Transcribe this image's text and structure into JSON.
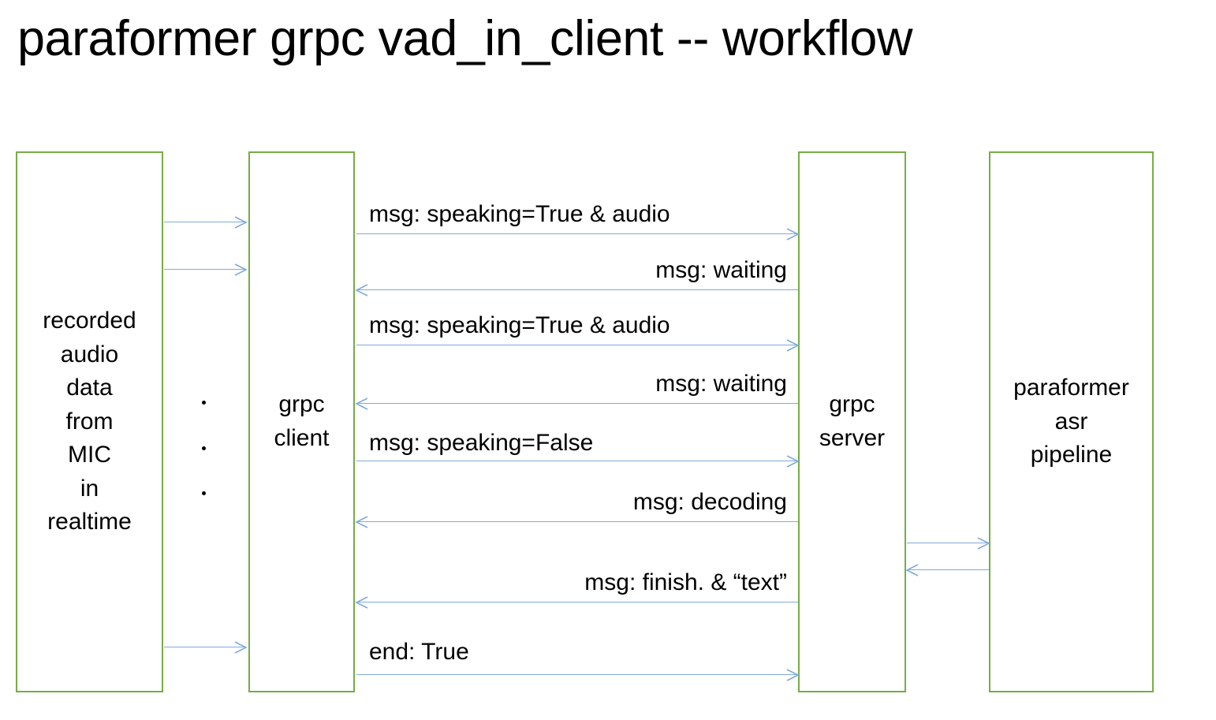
{
  "title": "paraformer grpc vad_in_client -- workflow",
  "colors": {
    "box_border": "#77AC45",
    "box_fill": "#FFFFFF",
    "arrow": "#7FAADC",
    "text": "#000000",
    "background": "#FFFFFF"
  },
  "nodes": [
    {
      "id": "recorded-audio",
      "label": "recorded\naudio\ndata\nfrom\nMIC\nin\nrealtime"
    },
    {
      "id": "grpc-client",
      "label": "grpc\nclient"
    },
    {
      "id": "grpc-server",
      "label": "grpc\nserver"
    },
    {
      "id": "asr-pipeline",
      "label": "paraformer\nasr\npipeline"
    }
  ],
  "ellipsis": {
    "dots": 3
  },
  "feed_arrows": [
    {
      "id": "mic-to-client-1",
      "direction": "right",
      "label": ""
    },
    {
      "id": "mic-to-client-2",
      "direction": "right",
      "label": ""
    },
    {
      "id": "mic-to-client-3",
      "direction": "right",
      "label": ""
    }
  ],
  "messages": [
    {
      "id": "msg-1",
      "from": "grpc-client",
      "to": "grpc-server",
      "direction": "right",
      "label": "msg: speaking=True & audio"
    },
    {
      "id": "msg-2",
      "from": "grpc-server",
      "to": "grpc-client",
      "direction": "left",
      "label": "msg: waiting"
    },
    {
      "id": "msg-3",
      "from": "grpc-client",
      "to": "grpc-server",
      "direction": "right",
      "label": "msg: speaking=True & audio"
    },
    {
      "id": "msg-4",
      "from": "grpc-server",
      "to": "grpc-client",
      "direction": "left",
      "label": "msg: waiting"
    },
    {
      "id": "msg-5",
      "from": "grpc-client",
      "to": "grpc-server",
      "direction": "right",
      "label": "msg: speaking=False"
    },
    {
      "id": "msg-6",
      "from": "grpc-server",
      "to": "grpc-client",
      "direction": "left",
      "label": "msg: decoding"
    },
    {
      "id": "msg-7",
      "from": "grpc-server",
      "to": "grpc-client",
      "direction": "left",
      "label": "msg: finish. &  “text”"
    },
    {
      "id": "msg-8",
      "from": "grpc-client",
      "to": "grpc-server",
      "direction": "right",
      "label": "end: True"
    }
  ],
  "backend_arrows": [
    {
      "id": "server-to-pipeline",
      "direction": "right",
      "label": ""
    },
    {
      "id": "pipeline-to-server",
      "direction": "left",
      "label": ""
    }
  ]
}
